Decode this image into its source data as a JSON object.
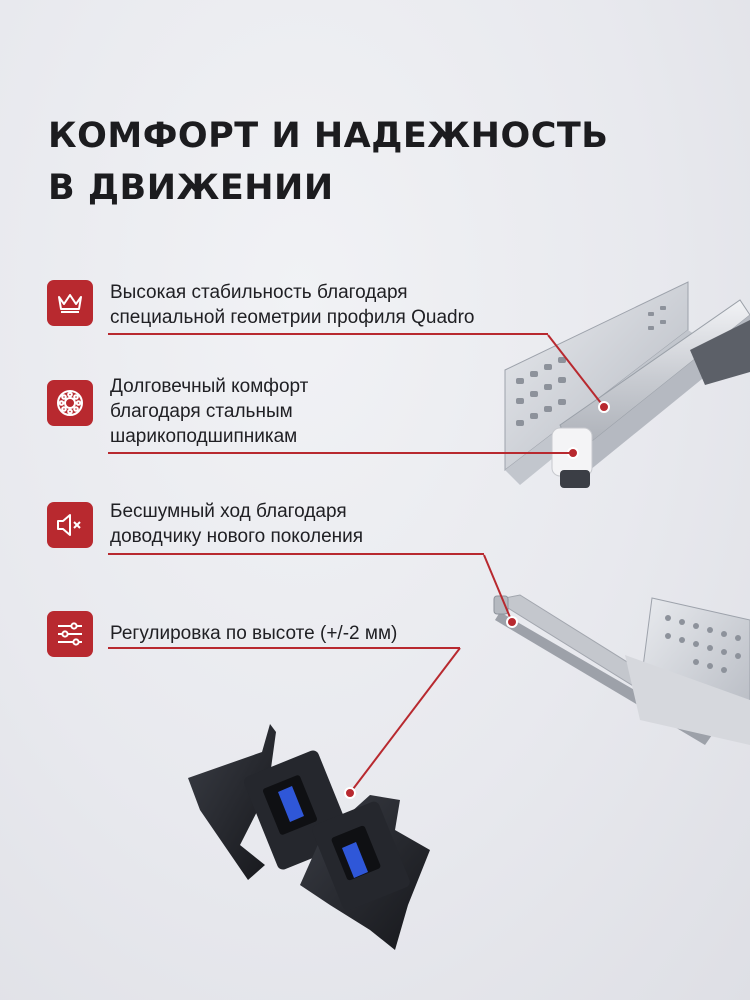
{
  "title": {
    "line1": "КОМФОРТ И НАДЕЖНОСТЬ",
    "line2": "В ДВИЖЕНИИ"
  },
  "features": [
    {
      "icon": "crown-icon",
      "lines": [
        "Высокая стабильность благодаря",
        "специальной геометрии профиля Quadro"
      ]
    },
    {
      "icon": "ball-bearing-icon",
      "lines": [
        "Долговечный комфорт",
        "благодаря стальным",
        "шарикоподшипникам"
      ]
    },
    {
      "icon": "muted-speaker-icon",
      "lines": [
        "Бесшумный ход благодаря",
        "доводчику нового поколения"
      ]
    },
    {
      "icon": "adjust-sliders-icon",
      "lines": [
        "Регулировка по высоте (+/-2 мм)"
      ]
    }
  ],
  "colors": {
    "accent": "#b8292f",
    "background": "#e8e9ee",
    "text": "#1f1f22"
  }
}
